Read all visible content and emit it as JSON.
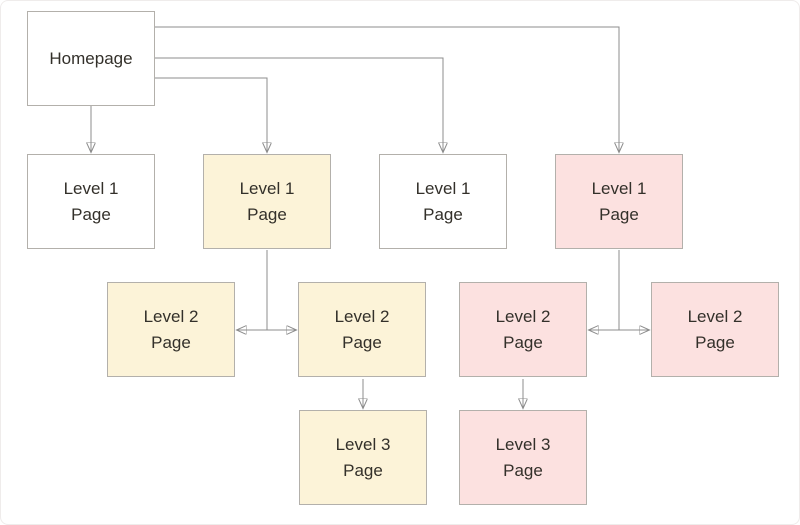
{
  "diagram": {
    "type": "sitemap-hierarchy",
    "nodes": {
      "homepage": {
        "label": "Homepage",
        "fill": "white"
      },
      "level1_a": {
        "label": "Level 1\nPage",
        "fill": "white"
      },
      "level1_b": {
        "label": "Level 1\nPage",
        "fill": "yellow"
      },
      "level1_c": {
        "label": "Level 1\nPage",
        "fill": "white"
      },
      "level1_d": {
        "label": "Level 1\nPage",
        "fill": "pink"
      },
      "level2_a": {
        "label": "Level 2\nPage",
        "fill": "yellow"
      },
      "level2_b": {
        "label": "Level 2\nPage",
        "fill": "yellow"
      },
      "level2_c": {
        "label": "Level 2\nPage",
        "fill": "pink"
      },
      "level2_d": {
        "label": "Level 2\nPage",
        "fill": "pink"
      },
      "level3_a": {
        "label": "Level 3\nPage",
        "fill": "yellow"
      },
      "level3_b": {
        "label": "Level 3\nPage",
        "fill": "pink"
      }
    },
    "edges": [
      "homepage -> level1_a",
      "homepage -> level1_b",
      "homepage -> level1_c",
      "homepage -> level1_d",
      "level1_b -> level2_a",
      "level1_b -> level2_b",
      "level1_d -> level2_c",
      "level1_d -> level2_d",
      "level2_b -> level3_a",
      "level2_c -> level3_b"
    ],
    "colors": {
      "yellow_fill": "#fcf3d8",
      "pink_fill": "#fce1e0",
      "white_fill": "#ffffff",
      "node_border": "#b3b0ab",
      "connector_line": "#8c8c8c",
      "arrowhead": "#1d1d1b",
      "text": "#33302a",
      "background": "#ffffff"
    }
  }
}
